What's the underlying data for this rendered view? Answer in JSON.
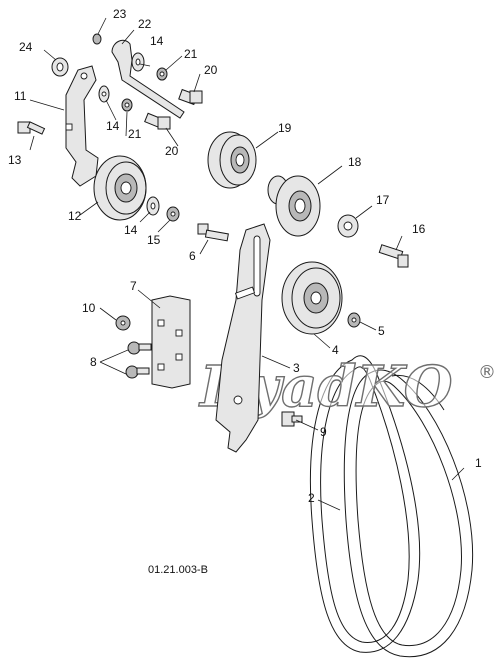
{
  "diagram_code": "01.21.003-B",
  "watermark": {
    "text": "DyadKO",
    "registered_mark": "®",
    "color": "#6f6f6f"
  },
  "callouts": [
    {
      "id": "c1",
      "label": "1"
    },
    {
      "id": "c2",
      "label": "2"
    },
    {
      "id": "c3",
      "label": "3"
    },
    {
      "id": "c4",
      "label": "4"
    },
    {
      "id": "c5",
      "label": "5"
    },
    {
      "id": "c6",
      "label": "6"
    },
    {
      "id": "c7",
      "label": "7"
    },
    {
      "id": "c8",
      "label": "8"
    },
    {
      "id": "c9",
      "label": "9"
    },
    {
      "id": "c10",
      "label": "10"
    },
    {
      "id": "c11",
      "label": "11"
    },
    {
      "id": "c12",
      "label": "12"
    },
    {
      "id": "c13",
      "label": "13"
    },
    {
      "id": "c14a",
      "label": "14"
    },
    {
      "id": "c14b",
      "label": "14"
    },
    {
      "id": "c14c",
      "label": "14"
    },
    {
      "id": "c15",
      "label": "15"
    },
    {
      "id": "c16",
      "label": "16"
    },
    {
      "id": "c17",
      "label": "17"
    },
    {
      "id": "c18",
      "label": "18"
    },
    {
      "id": "c19",
      "label": "19"
    },
    {
      "id": "c20a",
      "label": "20"
    },
    {
      "id": "c20b",
      "label": "20"
    },
    {
      "id": "c21a",
      "label": "21"
    },
    {
      "id": "c21b",
      "label": "21"
    },
    {
      "id": "c22",
      "label": "22"
    },
    {
      "id": "c23",
      "label": "23"
    },
    {
      "id": "c24",
      "label": "24"
    }
  ]
}
